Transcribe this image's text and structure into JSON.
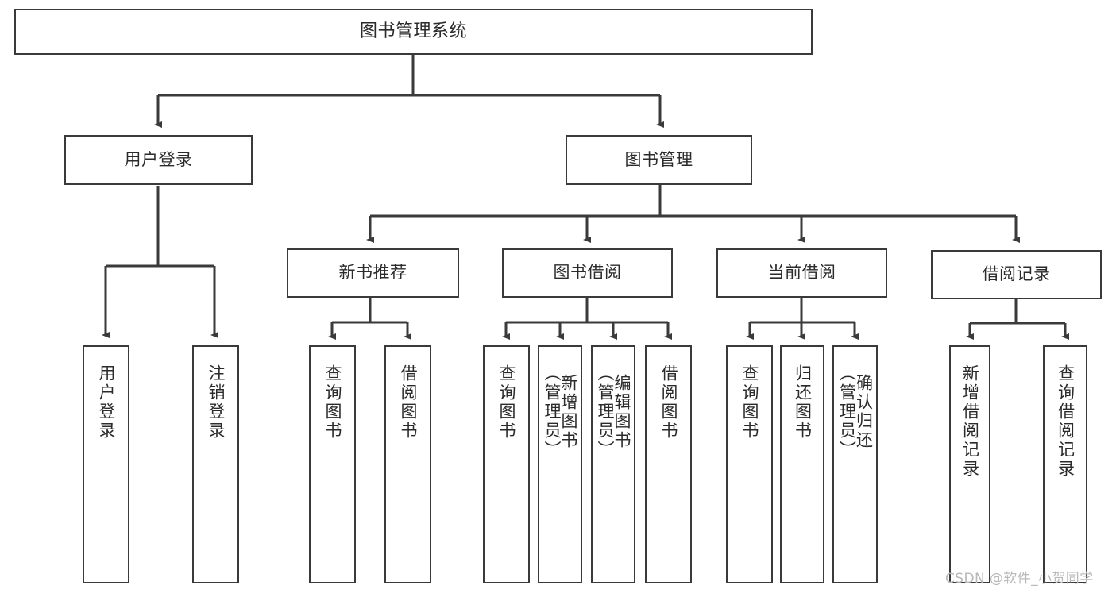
{
  "diagram": {
    "type": "tree",
    "title": "图书管理系统",
    "orientation": "top-down",
    "style": {
      "box_border_color": "#3a3a3a",
      "box_fill": "#ffffff",
      "text_color": "#2b2b2b",
      "line_color": "#3a3a3a",
      "canvas_background": "#ffffff"
    },
    "nodes": {
      "root": {
        "label": "图书管理系统"
      },
      "level2": [
        {
          "label": "用户登录"
        },
        {
          "label": "图书管理"
        }
      ],
      "level3": [
        {
          "label": "新书推荐"
        },
        {
          "label": "图书借阅"
        },
        {
          "label": "当前借阅"
        },
        {
          "label": "借阅记录"
        }
      ],
      "leaves_user_login": [
        {
          "label": "用户登录"
        },
        {
          "label": "注销登录"
        }
      ],
      "leaves_new_book": [
        {
          "label": "查询图书"
        },
        {
          "label": "借阅图书"
        }
      ],
      "leaves_borrow": [
        {
          "label": "查询图书"
        },
        {
          "label": "新增图书\n（管理员）"
        },
        {
          "label": "编辑图书\n（管理员）"
        },
        {
          "label": "借阅图书"
        }
      ],
      "leaves_current": [
        {
          "label": "查询图书"
        },
        {
          "label": "归还图书"
        },
        {
          "label": "确认归还\n（管理员）"
        }
      ],
      "leaves_records": [
        {
          "label": "新增借阅记录"
        },
        {
          "label": "查询借阅记录"
        }
      ]
    },
    "edges": [
      {
        "from": "图书管理系统",
        "to": "用户登录"
      },
      {
        "from": "图书管理系统",
        "to": "图书管理"
      },
      {
        "from": "用户登录",
        "to": "用户登录"
      },
      {
        "from": "用户登录",
        "to": "注销登录"
      },
      {
        "from": "图书管理",
        "to": "新书推荐"
      },
      {
        "from": "图书管理",
        "to": "图书借阅"
      },
      {
        "from": "图书管理",
        "to": "当前借阅"
      },
      {
        "from": "图书管理",
        "to": "借阅记录"
      },
      {
        "from": "新书推荐",
        "to": "查询图书"
      },
      {
        "from": "新书推荐",
        "to": "借阅图书"
      },
      {
        "from": "图书借阅",
        "to": "查询图书"
      },
      {
        "from": "图书借阅",
        "to": "新增图书（管理员）"
      },
      {
        "from": "图书借阅",
        "to": "编辑图书（管理员）"
      },
      {
        "from": "图书借阅",
        "to": "借阅图书"
      },
      {
        "from": "当前借阅",
        "to": "查询图书"
      },
      {
        "from": "当前借阅",
        "to": "归还图书"
      },
      {
        "from": "当前借阅",
        "to": "确认归还（管理员）"
      },
      {
        "from": "借阅记录",
        "to": "新增借阅记录"
      },
      {
        "from": "借阅记录",
        "to": "查询借阅记录"
      }
    ]
  },
  "watermark": {
    "text": "CSDN @软件_小贺同学"
  }
}
